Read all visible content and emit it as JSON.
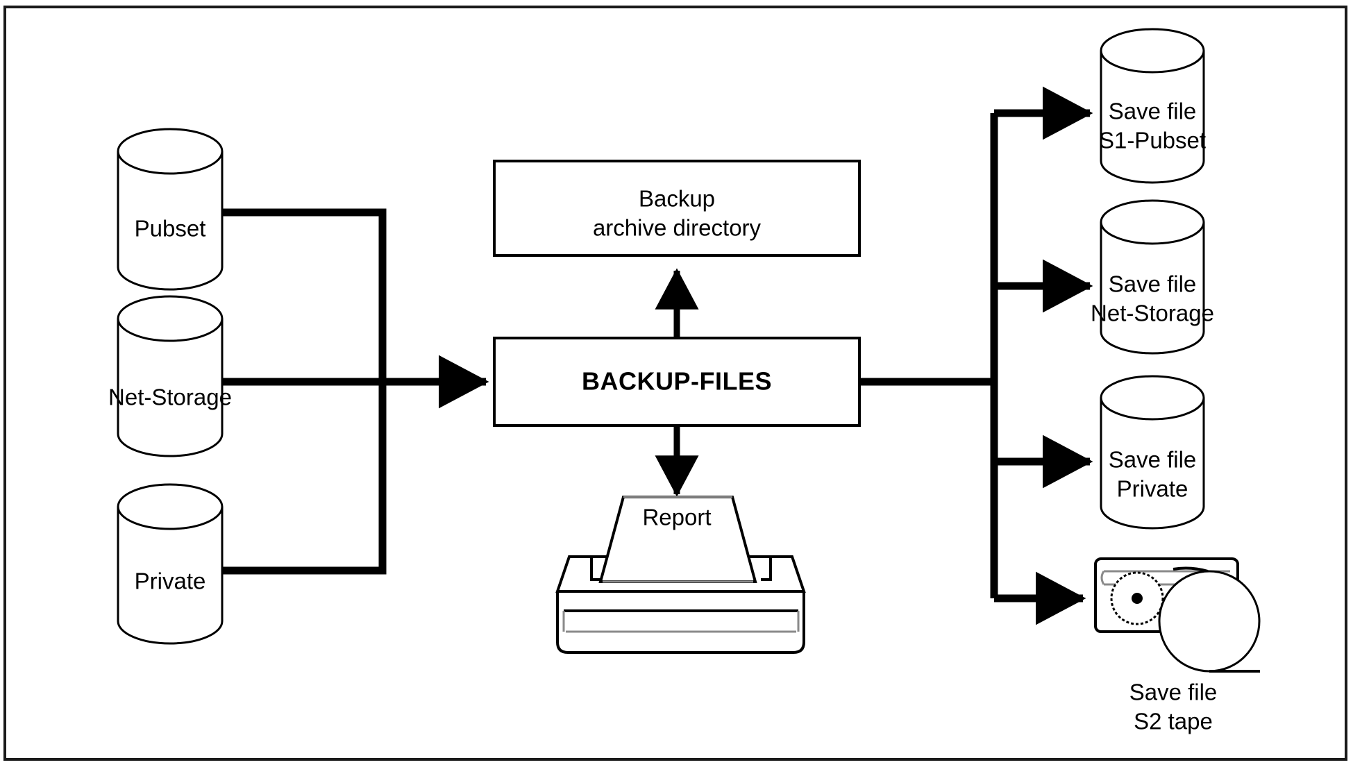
{
  "diagram": {
    "title": "BACKUP-FILES data flow",
    "frame": {
      "border_color": "#1a1a1a",
      "background": "#ffffff"
    },
    "sources": [
      {
        "id": "pubset",
        "label": "Pubset",
        "icon": "cylinder-icon"
      },
      {
        "id": "net-storage",
        "label": "Net-Storage",
        "icon": "cylinder-icon"
      },
      {
        "id": "private",
        "label": "Private",
        "icon": "cylinder-icon"
      }
    ],
    "archive_box": {
      "line1": "Backup",
      "line2": "archive directory"
    },
    "process_box": {
      "label": "BACKUP-FILES"
    },
    "printer": {
      "label": "Report",
      "icon": "printer-icon"
    },
    "targets": [
      {
        "id": "save-s1-pubset",
        "line1": "Save file",
        "line2": "S1-Pubset",
        "icon": "cylinder-icon"
      },
      {
        "id": "save-net-storage",
        "line1": "Save file",
        "line2": "Net-Storage",
        "icon": "cylinder-icon"
      },
      {
        "id": "save-private",
        "line1": "Save file",
        "line2": "Private",
        "icon": "cylinder-icon"
      },
      {
        "id": "save-s2-tape",
        "line1": "Save file",
        "line2": "S2 tape",
        "icon": "tape-cartridge-icon"
      }
    ],
    "colors": {
      "stroke": "#000000",
      "frame": "#1a1a1a",
      "fill": "#ffffff",
      "printer_shade": "#8a8a8a"
    }
  }
}
